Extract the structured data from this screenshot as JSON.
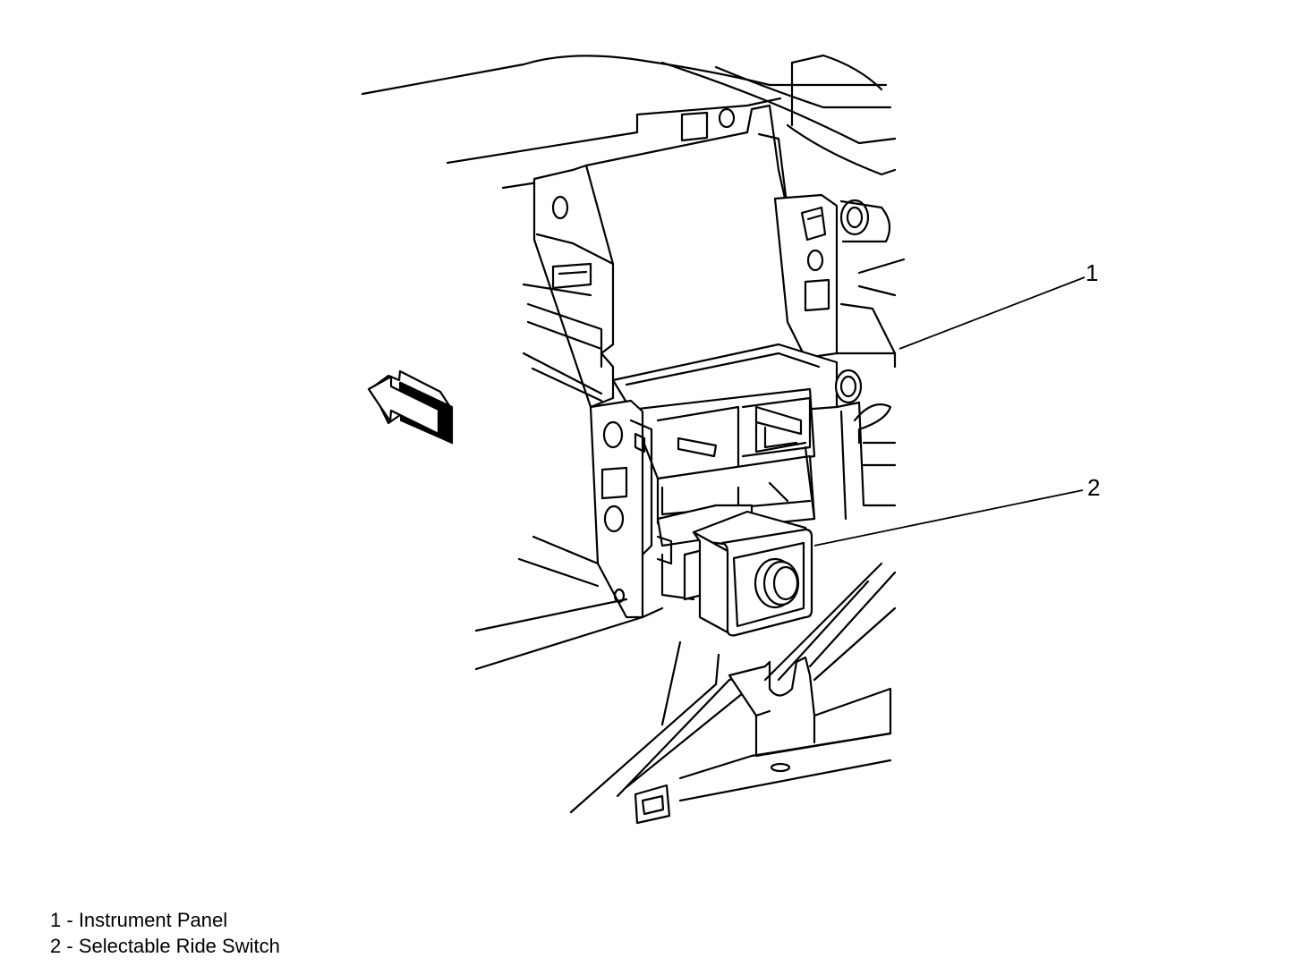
{
  "callouts": [
    {
      "id": "1",
      "label": "1"
    },
    {
      "id": "2",
      "label": "2"
    }
  ],
  "legend": [
    {
      "num": "1",
      "sep": " - ",
      "text": "Instrument Panel"
    },
    {
      "num": "2",
      "sep": " - ",
      "text": "Selectable Ride Switch"
    }
  ],
  "icons": {
    "direction_arrow": "front-direction-arrow-icon",
    "switch_knob": "selectable-ride-switch-knob"
  },
  "colors": {
    "line": "#000000",
    "background": "#ffffff"
  }
}
